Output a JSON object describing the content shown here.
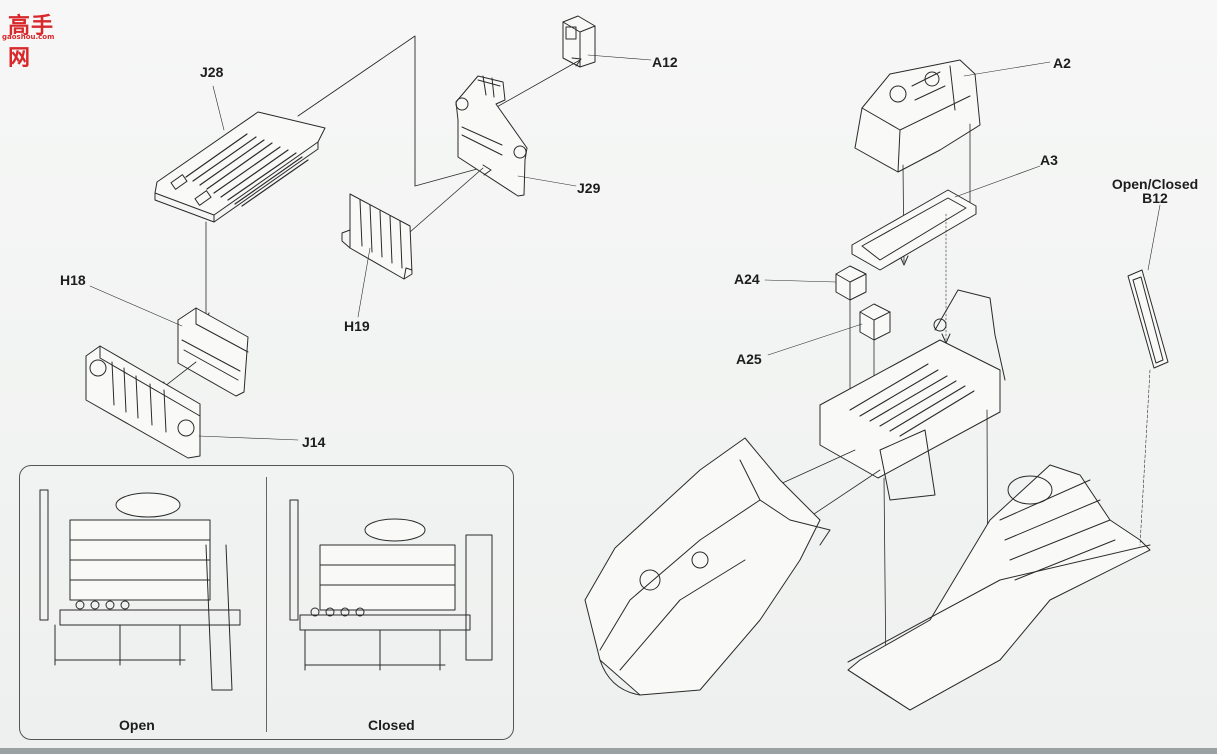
{
  "watermark": {
    "mark": "高手网",
    "sub": "gaoshou.com"
  },
  "parts": {
    "j28": "J28",
    "a12": "A12",
    "j29": "J29",
    "h18": "H18",
    "h19": "H19",
    "j14": "J14",
    "a2": "A2",
    "a3": "A3",
    "a24": "A24",
    "a25": "A25",
    "b12_state": "Open/Closed",
    "b12": "B12"
  },
  "inset": {
    "open": "Open",
    "closed": "Closed"
  },
  "colors": {
    "ink": "#2a2a2a",
    "paper": "#f2f3f2",
    "watermark": "#d8282b"
  }
}
